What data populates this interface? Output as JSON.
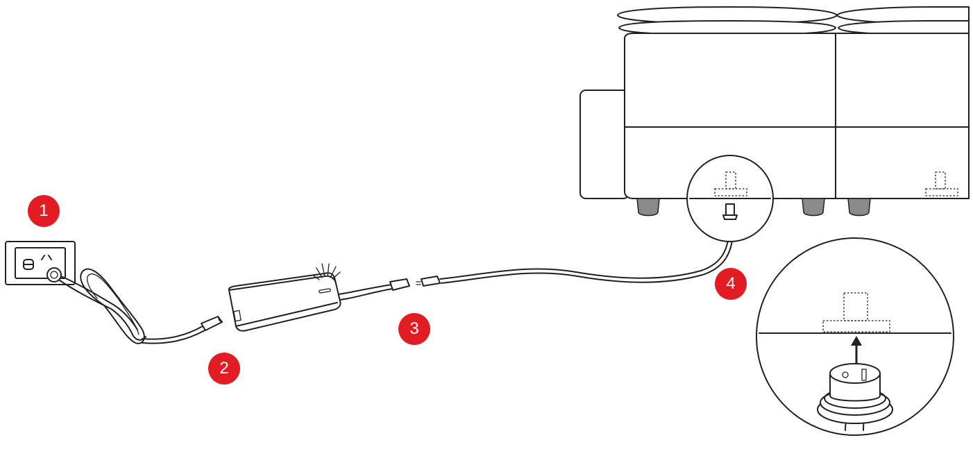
{
  "steps": [
    {
      "number": "1",
      "desc": "wall-outlet"
    },
    {
      "number": "2",
      "desc": "power-adapter"
    },
    {
      "number": "3",
      "desc": "connect-cables"
    },
    {
      "number": "4",
      "desc": "plug-into-sofa"
    }
  ],
  "colors": {
    "badge": "#e31b23",
    "line": "#231f20",
    "foot": "#8a8a8a",
    "background": "#ffffff"
  },
  "icons": [
    "wall-outlet-icon",
    "power-adapter-icon",
    "led-light-icon",
    "sofa-icon",
    "magnify-circle-icon",
    "up-arrow-icon",
    "dc-plug-icon"
  ]
}
